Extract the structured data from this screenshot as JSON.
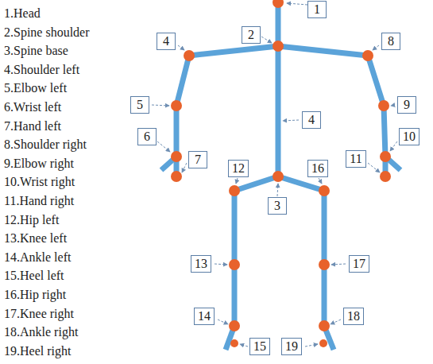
{
  "diagram": {
    "nodes": [
      {
        "text": [
          "1"
        ]
      },
      {
        "text": [
          "2"
        ]
      },
      {
        "text": [
          "4"
        ]
      },
      {
        "text": [
          "8"
        ]
      },
      {
        "text": [
          "5"
        ]
      },
      {
        "text": [
          "9"
        ]
      },
      {
        "text": [
          "4"
        ]
      },
      {
        "text": [
          "6"
        ]
      },
      {
        "text": [
          "10"
        ]
      },
      {
        "text": [
          "7"
        ]
      },
      {
        "text": [
          "11"
        ]
      },
      {
        "text": [
          "12"
        ]
      },
      {
        "text": [
          "16"
        ]
      },
      {
        "text": [
          "3"
        ]
      },
      {
        "text": [
          "13"
        ]
      },
      {
        "text": [
          "17"
        ]
      },
      {
        "text": [
          "14"
        ]
      },
      {
        "text": [
          "18"
        ]
      },
      {
        "text": [
          "15"
        ]
      },
      {
        "text": [
          "19"
        ]
      }
    ],
    "labels": [
      "1.Head",
      "2.Spine shoulder",
      "3.Spine base",
      "4.Shoulder left",
      "5.Elbow left",
      "6.Wrist left",
      "7.Hand left",
      "8.Shoulder right",
      "9.Elbow right",
      "10.Wrist right",
      "11.Hand right",
      "12.Hip left",
      "13.Knee left",
      "14.Ankle left",
      "15.Heel left",
      "16.Hip right",
      "17.Knee right",
      "18.Ankle right",
      "19.Heel right"
    ]
  }
}
